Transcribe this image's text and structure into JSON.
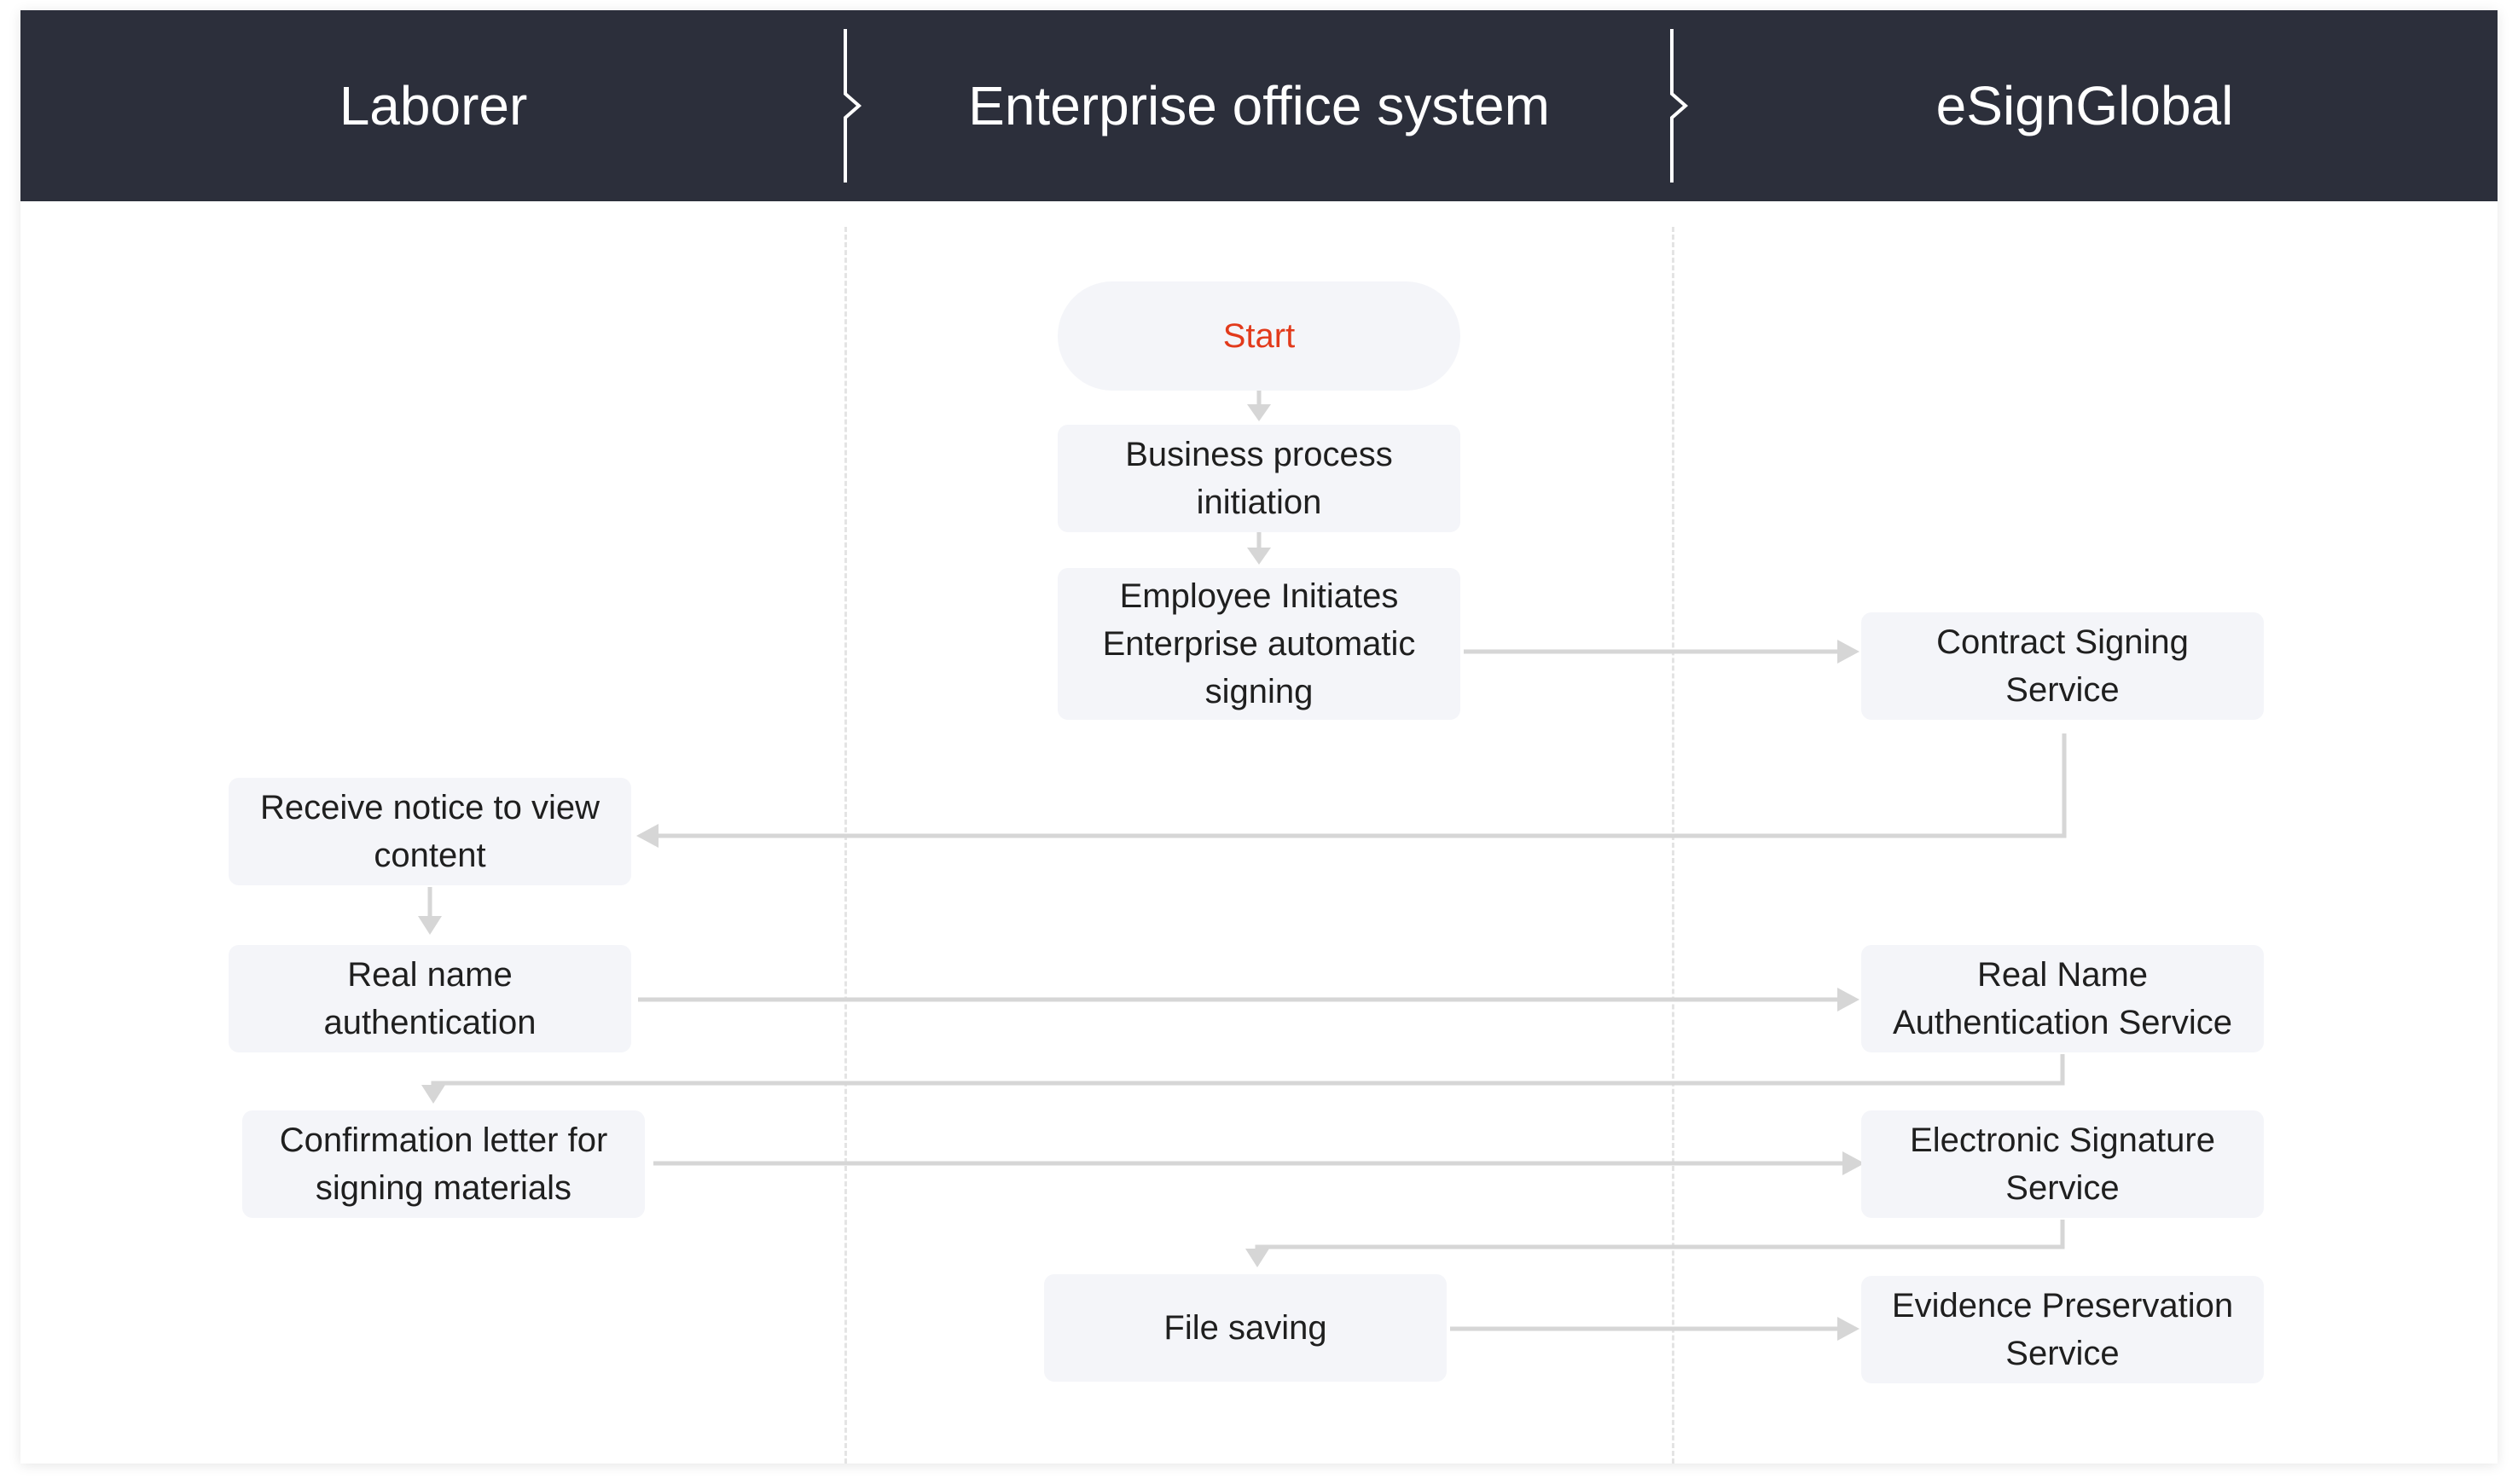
{
  "colors": {
    "header_bg": "#2c2f3b",
    "header_text": "#ffffff",
    "node_bg": "#f4f5f9",
    "node_text": "#1f1f1f",
    "start_text": "#e23a1b",
    "connector": "#d6d6d6",
    "divider": "#e4e4e4"
  },
  "lanes": [
    {
      "title": "Laborer"
    },
    {
      "title": "Enterprise office system"
    },
    {
      "title": "eSignGlobal"
    }
  ],
  "nodes": {
    "start": "Start",
    "business_process": "Business process\ninitiation",
    "employee_initiates": "Employee Initiates\nEnterprise automatic\nsigning",
    "contract_signing": "Contract Signing\nService",
    "receive_notice": "Receive notice to view\ncontent",
    "real_name_auth": "Real name\nauthentication",
    "real_name_service": "Real Name\nAuthentication Service",
    "confirmation_letter": "Confirmation letter for\nsigning materials",
    "electronic_signature": "Electronic Signature\nService",
    "file_saving": "File saving",
    "evidence_preservation": "Evidence Preservation\nService"
  }
}
